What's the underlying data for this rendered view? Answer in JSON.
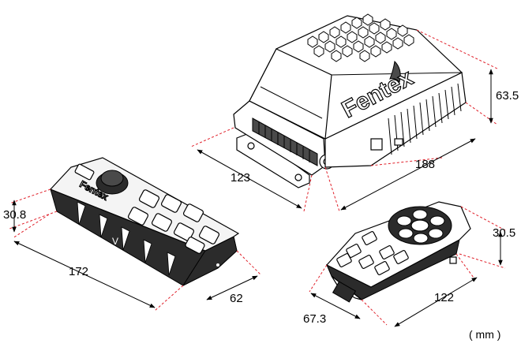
{
  "unit_label": "( mm )",
  "logo_text": "Fentex",
  "main_unit": {
    "width": "188",
    "depth": "123",
    "height": "63.5"
  },
  "handheld_controller": {
    "length": "172",
    "width": "62",
    "height": "30.8"
  },
  "remote_fob": {
    "length": "122",
    "width": "67.3",
    "height": "30.5"
  }
}
